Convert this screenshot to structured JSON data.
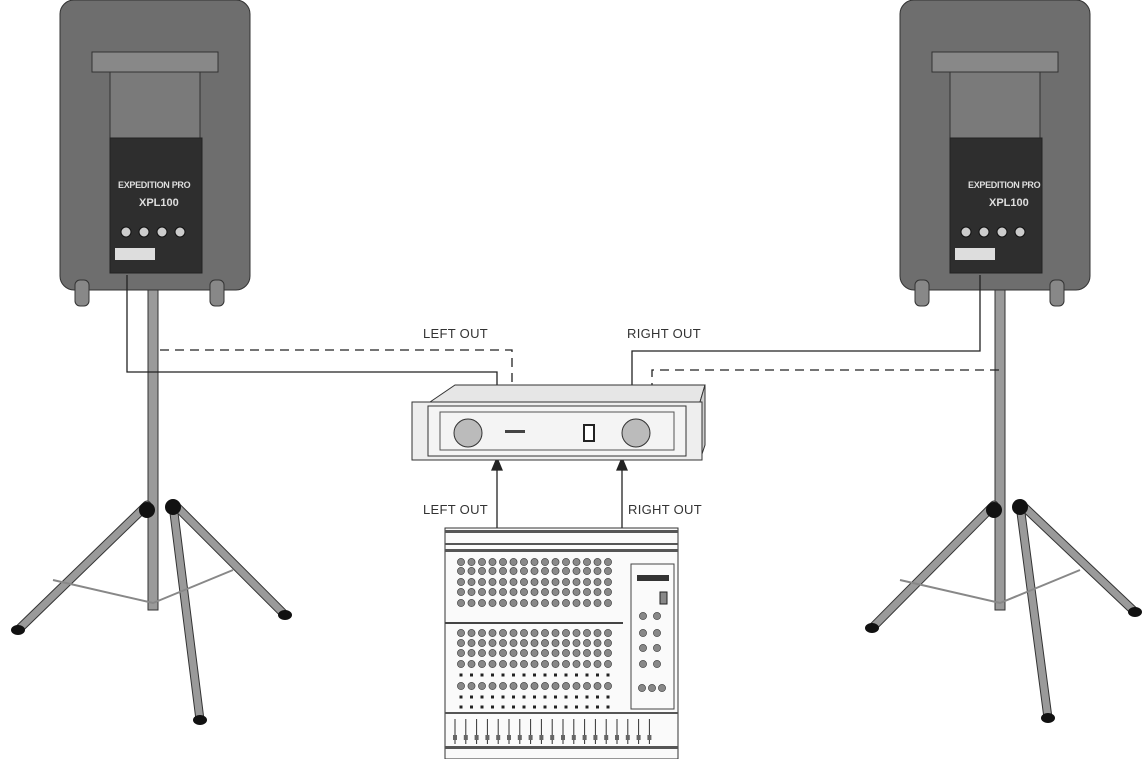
{
  "labels": {
    "amp_left_out": "LEFT OUT",
    "amp_right_out": "RIGHT OUT",
    "mixer_left_out": "LEFT OUT",
    "mixer_right_out": "RIGHT OUT"
  },
  "speakers": [
    {
      "brand": "EXPEDITION PRO",
      "model": "XPL100"
    },
    {
      "brand": "EXPEDITION PRO",
      "model": "XPL100"
    }
  ],
  "colors": {
    "line": "#222222",
    "body": "#6e6e6e",
    "panel": "#2e2e2e",
    "stand": "#9a9a9a"
  }
}
